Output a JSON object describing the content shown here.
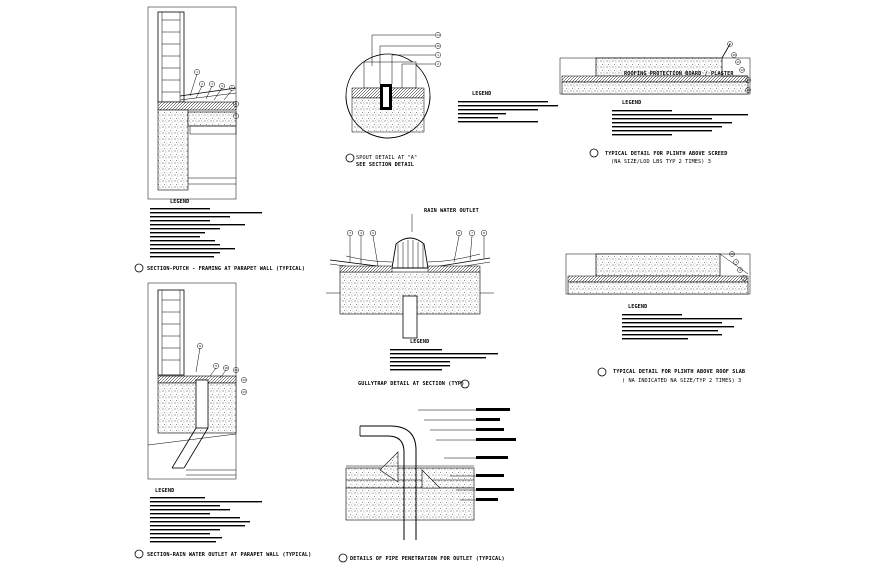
{
  "drawing": {
    "title_parapet_typical": "SECTION-PUTCH - FRAMING AT PARAPET WALL (TYPICAL)",
    "title_rain_outlet": "SECTION-RAIN WATER OUTLET AT PARAPET WALL (TYPICAL)",
    "title_spout_detail": "SPOUT DETAIL AT \"A\"",
    "title_spout_see": "SEE SECTION DETAIL",
    "title_drain_outlet": "RAIN WATER OUTLET",
    "title_gully_detail": "GULLYTRAP DETAIL AT SECTION (TYP)",
    "title_pipe_penetration": "DETAILS OF PIPE PENETRATION FOR OUTLET (TYPICAL)",
    "title_plinth_screed": "TYPICAL DETAIL FOR PLINTH ABOVE SCREED",
    "title_plinth_screed_sub": "(NA SIZE/LOD LBS TYP 2 TIMES) 3",
    "title_plinth_slab": "TYPICAL DETAIL FOR PLINTH ABOVE ROOF SLAB",
    "title_plinth_slab_sub": "( NA INDICATED NA SIZE/TYP 2 TIMES) 3",
    "legend_label": "LEGEND",
    "plinth_top_label": "ROOFING PROTECTION BOARD / PLASTER",
    "drain_label": "RAIN WATER OUTLET"
  },
  "callouts": {
    "bubble_1": "1",
    "bubble_2": "2",
    "bubble_3": "3",
    "bubble_4": "4",
    "bubble_5": "5",
    "bubble_6": "6",
    "bubble_7": "7",
    "bubble_8": "8",
    "bubble_9": "9",
    "bubble_10": "10",
    "bubble_11": "11",
    "bubble_12": "12",
    "bubble_13": "13",
    "bubble_14": "14",
    "bubble_15": "15"
  }
}
